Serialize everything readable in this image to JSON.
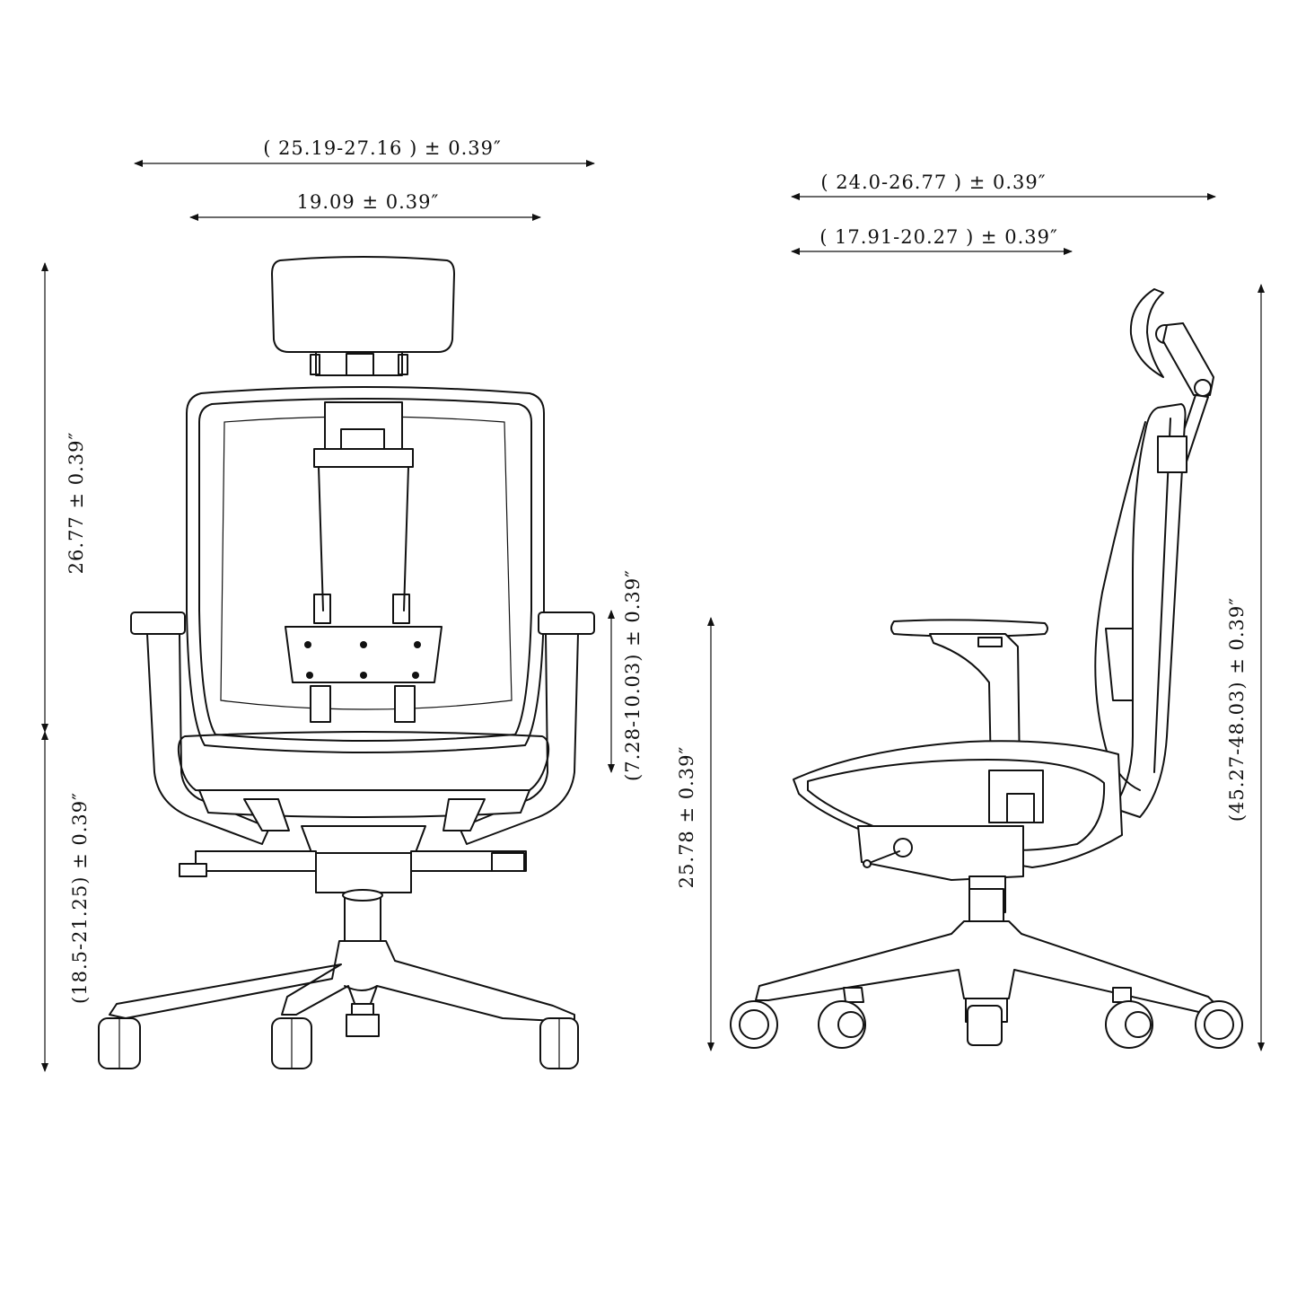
{
  "dimensions": {
    "front_overall_width": "( 25.19-27.16 )  ± 0.39″",
    "front_seat_width": "19.09 ± 0.39″",
    "front_back_height": "26.77 ± 0.39″",
    "front_seat_height": "(18.5-21.25) ± 0.39″",
    "front_armrest_height": "(7.28-10.03) ± 0.39″",
    "side_overall_depth": "( 24.0-26.77 )  ± 0.39″",
    "side_seat_depth": "( 17.91-20.27 )  ± 0.39″",
    "side_arm_height": "25.78 ± 0.39″",
    "side_total_height": "(45.27-48.03) ± 0.39″"
  }
}
